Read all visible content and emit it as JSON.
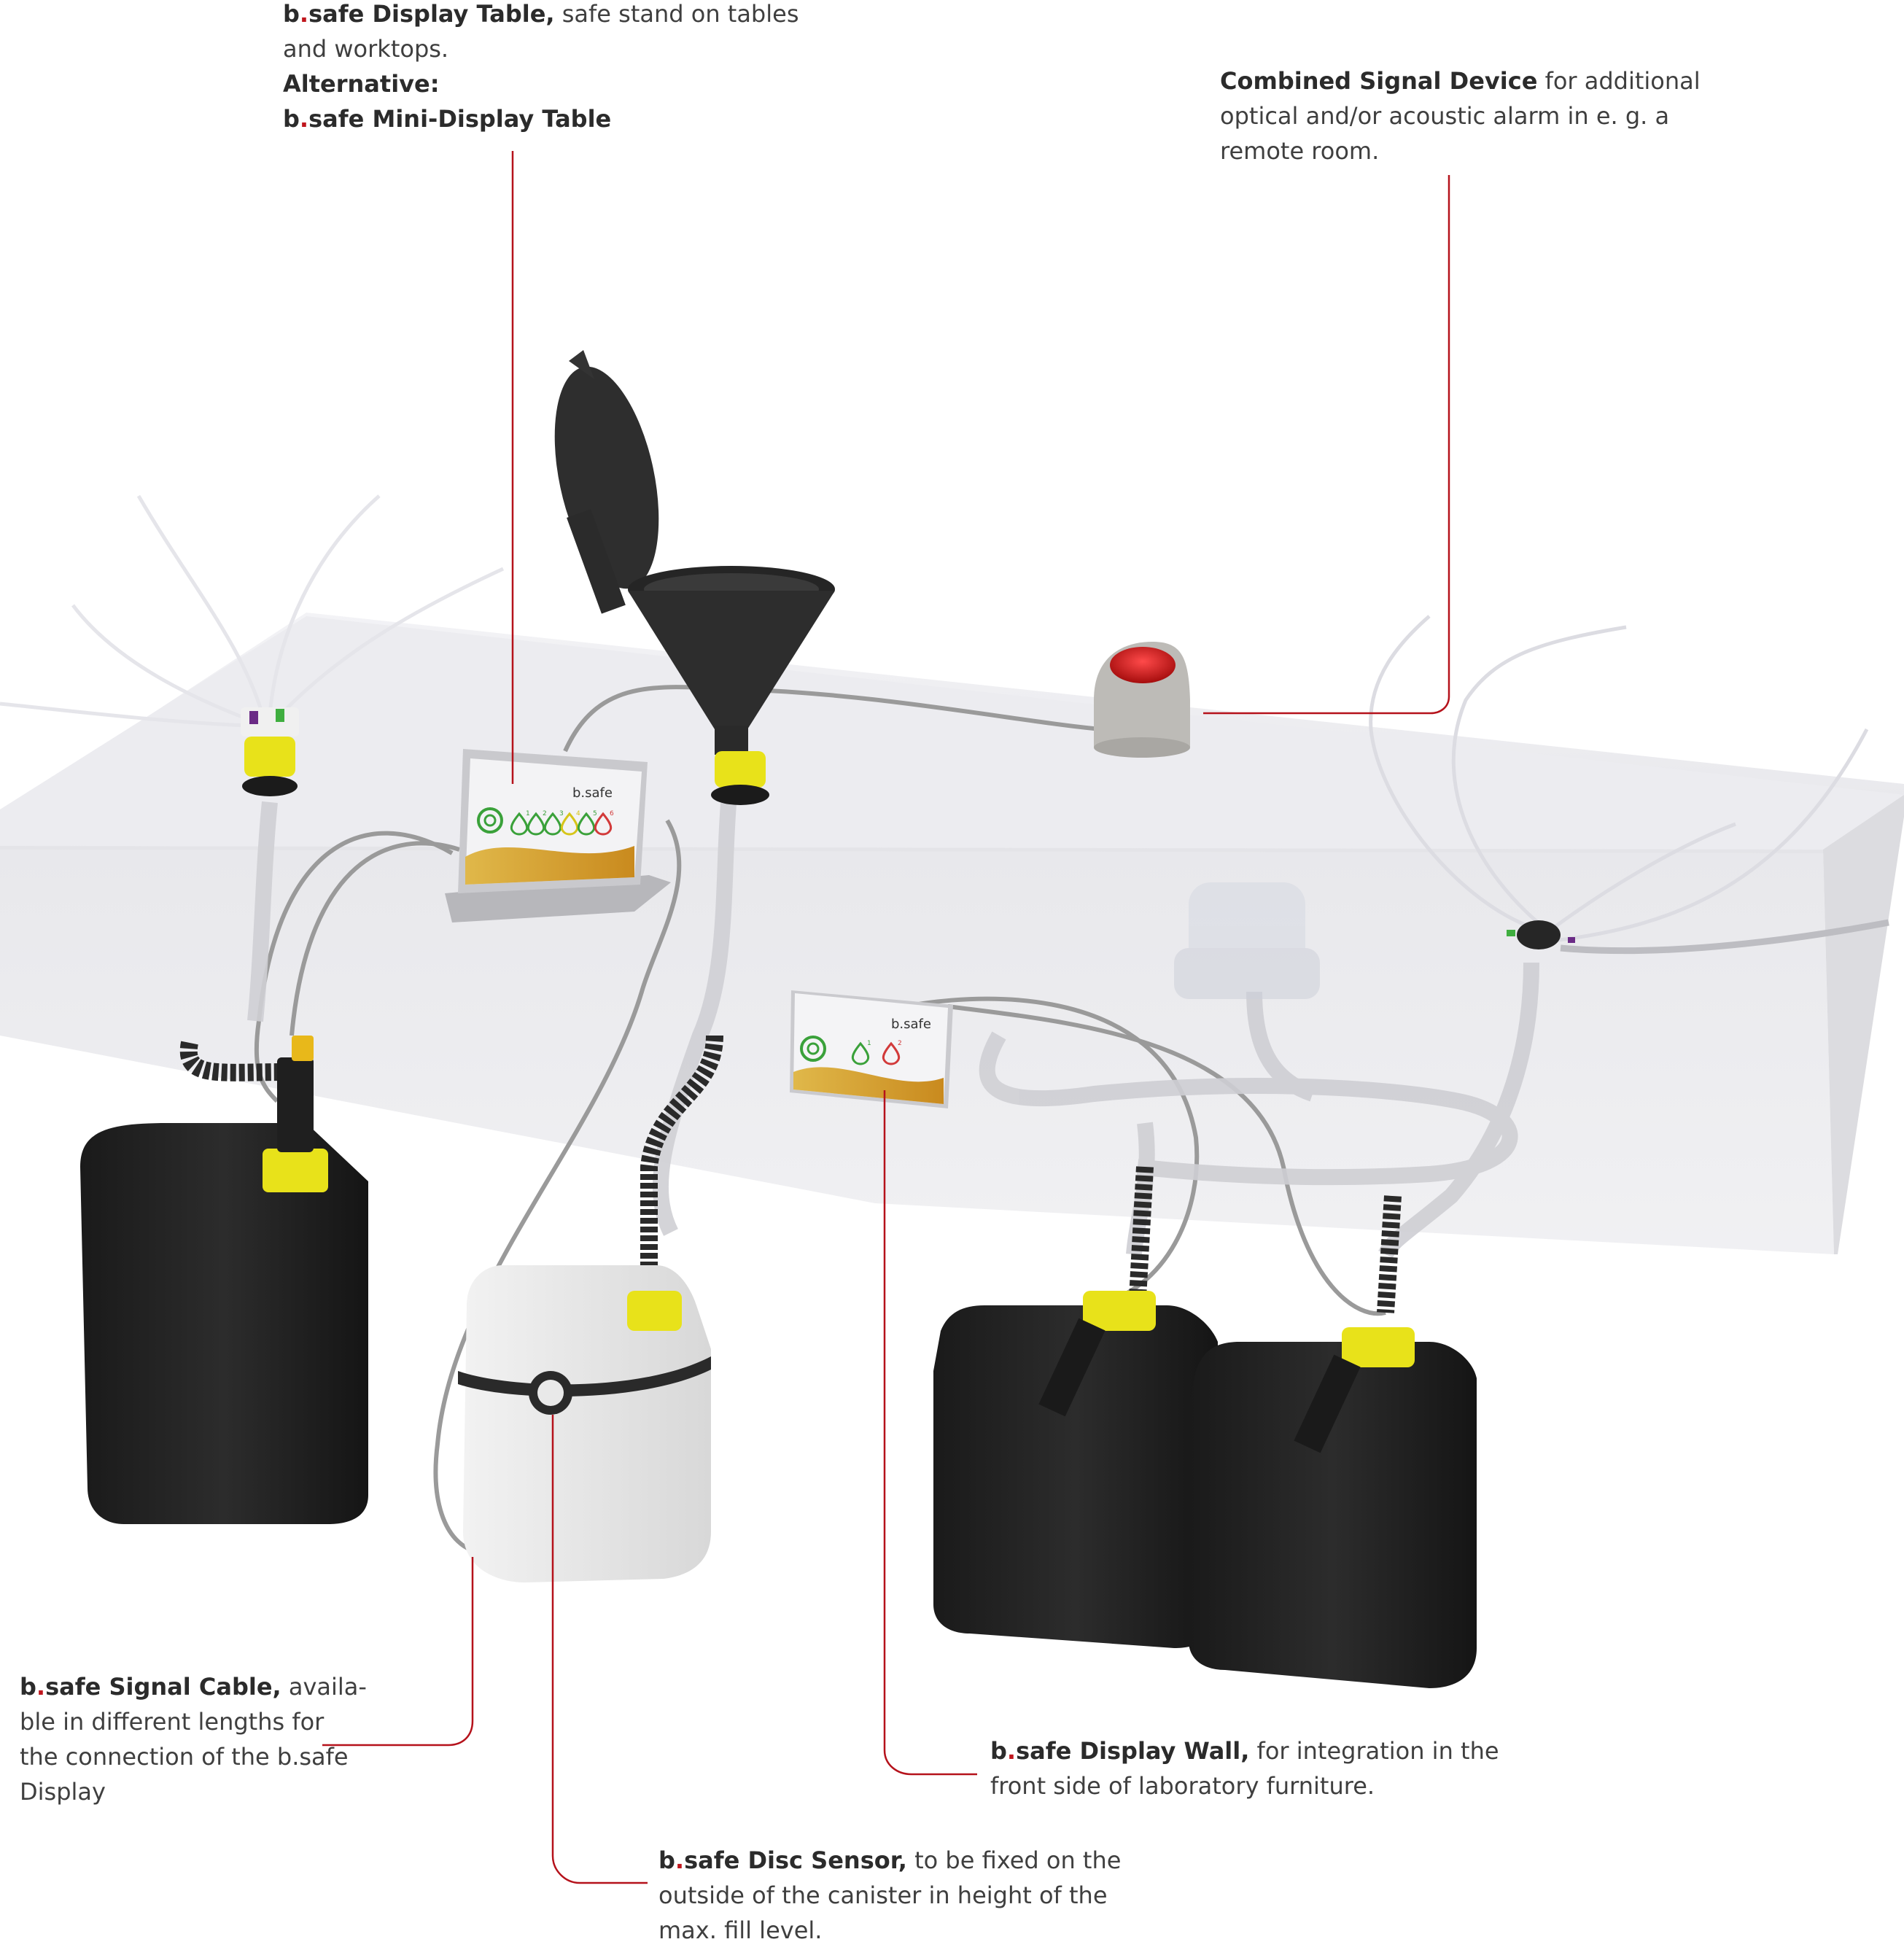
{
  "colors": {
    "leader_line": "#b5121b",
    "brand_dot": "#c0161d",
    "cap_yellow": "#e8e21a",
    "canister_black": "#222222",
    "table_top": "#eeeef1",
    "display_panel": "#f3f3f5",
    "wave_orange": "#d9a02c"
  },
  "labels": {
    "display_table": {
      "brand_b": "b",
      "brand_dot": ".",
      "title": "safe Display Table,",
      "text1": " safe stand on tables",
      "text2": "and worktops.",
      "alt_label": "Alternative:",
      "alt_brand_b": "b",
      "alt_brand_dot": ".",
      "alt_title": "safe Mini-Display Table"
    },
    "signal_device": {
      "title": "Combined Signal Device",
      "text1": " for additional",
      "text2": "optical and/or acoustic alarm in e. g. a",
      "text3": "remote room."
    },
    "signal_cable": {
      "brand_b": "b",
      "brand_dot": ".",
      "title": "safe Signal Cable,",
      "text1": " availa-",
      "text2": "ble in different lengths for",
      "text3": "the connection of the b.safe",
      "text4": "Display"
    },
    "display_wall": {
      "brand_b": "b",
      "brand_dot": ".",
      "title": "safe Display Wall,",
      "text1": " for integration in the",
      "text2": "front side of laboratory furniture."
    },
    "disc_sensor": {
      "brand_b": "b",
      "brand_dot": ".",
      "title": "safe Disc Sensor,",
      "text1": " to be fixed on the",
      "text2": "outside of the canister in height of the",
      "text3": "max. fill level."
    }
  },
  "devices": {
    "display_table_logo": "b.safe",
    "display_wall_logo": "b.safe",
    "display_table_numbers": [
      "1",
      "2",
      "3",
      "4",
      "5",
      "6"
    ],
    "display_wall_numbers": [
      "1",
      "2"
    ]
  }
}
